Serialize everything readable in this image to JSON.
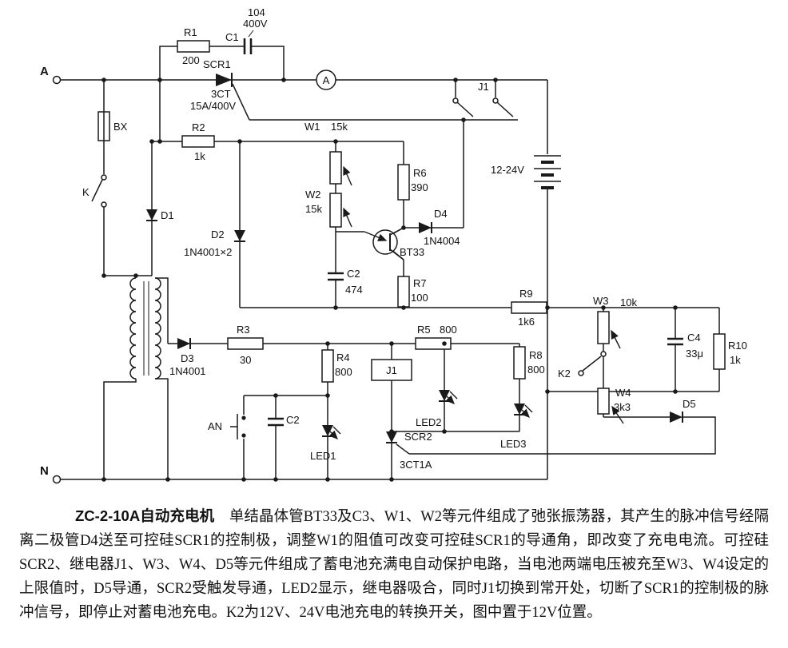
{
  "labels": {
    "terminal_a": "A",
    "terminal_n": "N",
    "r1": "R1",
    "r1_val": "200",
    "c1": "C1",
    "c1_val1": "104",
    "c1_val2": "400V",
    "scr1": "SCR1",
    "scr1_model": "3CT",
    "scr1_rating": "15A/400V",
    "ammeter": "A",
    "j1_contact": "J1",
    "bx": "BX",
    "k": "K",
    "r2": "R2",
    "r2_val": "1k",
    "w1": "W1",
    "w1_val": "15k",
    "w2": "W2",
    "w2_val": "15k",
    "r6": "R6",
    "r6_val": "390",
    "d4": "D4",
    "d4_model": "1N4004",
    "bt33": "BT33",
    "battery": "12-24V",
    "d1": "D1",
    "d2": "D2",
    "d2_model": "1N4001×2",
    "c2": "C2",
    "c2_val": "474",
    "r7": "R7",
    "r7_val": "100",
    "r9": "R9",
    "r9_val": "1k6",
    "w3": "W3",
    "w3_val": "10k",
    "c4": "C4",
    "c4_val": "33μ",
    "r10": "R10",
    "r10_val": "1k",
    "d3": "D3",
    "d3_model": "1N4001",
    "r3": "R3",
    "r3_val": "30",
    "r4": "R4",
    "r4_val": "800",
    "r5": "R5",
    "r5_val": "800",
    "j1_coil": "J1",
    "r8": "R8",
    "r8_val": "800",
    "k2": "K2",
    "w4": "W4",
    "w4_val": "3k3",
    "d5": "D5",
    "an": "AN",
    "c2b": "C2",
    "led1": "LED1",
    "led2": "LED2",
    "led3": "LED3",
    "scr2": "SCR2",
    "scr2_model": "3CT1A"
  },
  "caption": {
    "title": "ZC-2-10A自动充电机",
    "body": "单结晶体管BT33及C3、W1、W2等元件组成了弛张振荡器，其产生的脉冲信号经隔离二极管D4送至可控硅SCR1的控制极，调整W1的阻值可改变可控硅SCR1的导通角，即改变了充电电流。可控硅SCR2、继电器J1、W3、W4、D5等元件组成了蓄电池充满电自动保护电路，当电池两端电压被充至W3、W4设定的上限值时，D5导通，SCR2受触发导通，LED2显示，继电器吸合，同时J1切换到常开处，切断了SCR1的控制极的脉冲信号，即停止对蓄电池充电。K2为12V、24V电池充电的转换开关，图中置于12V位置。"
  }
}
